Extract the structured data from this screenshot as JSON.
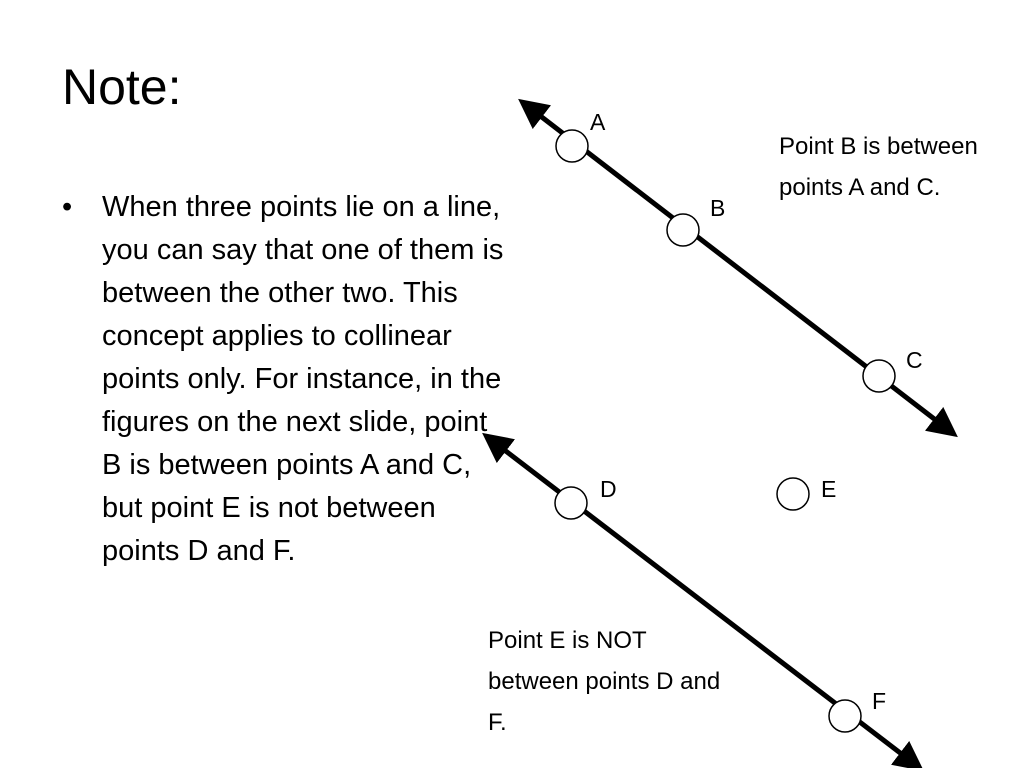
{
  "slide": {
    "title": "Note:",
    "bullet_symbol": "•",
    "bullet_text": "When three points lie on a line, you can say that one of them is between the other two.  This concept applies to collinear points only.  For instance, in the figures on the next slide, point B is between points A and C, but point E is not between points D and F."
  },
  "diagram": {
    "colors": {
      "line": "#000000",
      "point_fill": "#ffffff"
    },
    "note_top": "Point B is between points A and C.",
    "note_bottom": "Point E is NOT between points D and F.",
    "points": {
      "A": "A",
      "B": "B",
      "C": "C",
      "D": "D",
      "E": "E",
      "F": "F"
    }
  }
}
